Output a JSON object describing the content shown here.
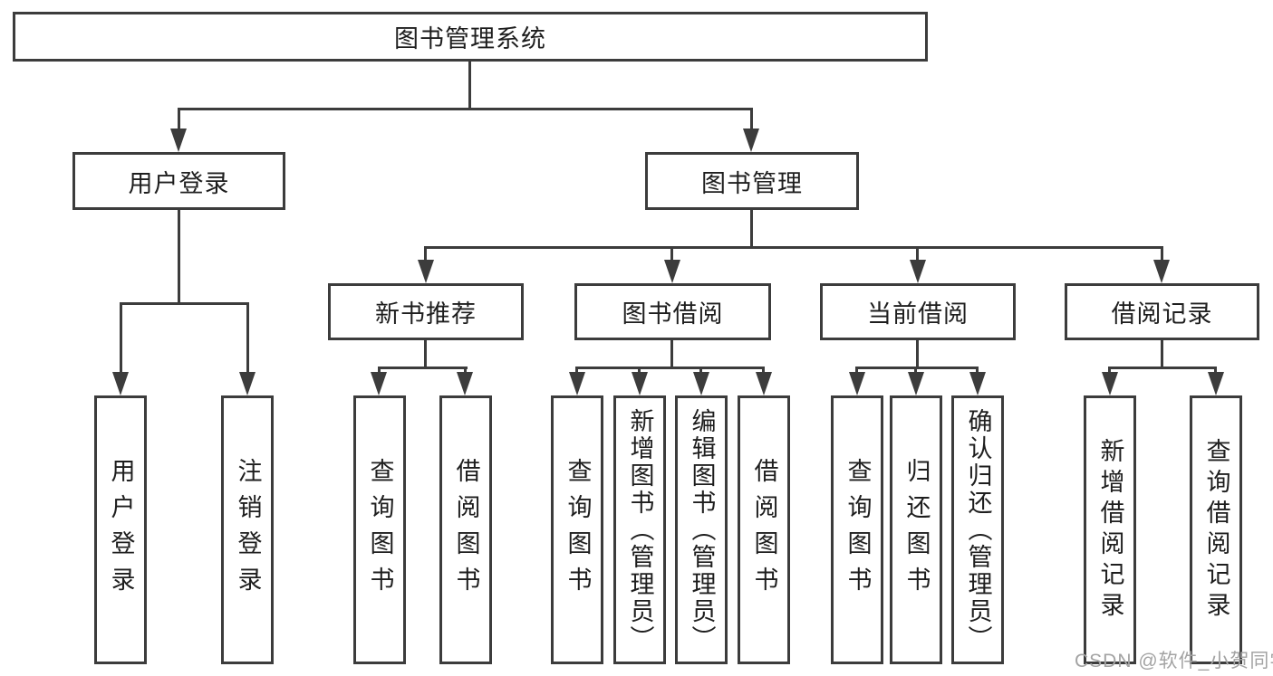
{
  "root": {
    "label": "图书管理系统"
  },
  "user_login_branch": {
    "label": "用户登录",
    "children": [
      {
        "label": "用户登录"
      },
      {
        "label": "注销登录"
      }
    ]
  },
  "book_mgmt_branch": {
    "label": "图书管理",
    "sections": [
      {
        "label": "新书推荐",
        "children": [
          {
            "label": "查询图书"
          },
          {
            "label": "借阅图书"
          }
        ]
      },
      {
        "label": "图书借阅",
        "children": [
          {
            "label": "查询图书"
          },
          {
            "label": "新增图书（管理员）"
          },
          {
            "label": "编辑图书（管理员）"
          },
          {
            "label": "借阅图书"
          }
        ]
      },
      {
        "label": "当前借阅",
        "children": [
          {
            "label": "查询图书"
          },
          {
            "label": "归还图书"
          },
          {
            "label": "确认归还（管理员）"
          }
        ]
      },
      {
        "label": "借阅记录",
        "children": [
          {
            "label": "新增借阅记录"
          },
          {
            "label": "查询借阅记录"
          }
        ]
      }
    ]
  },
  "watermark": {
    "text": "CSDN @软件_小贺同学"
  },
  "colors": {
    "line": "#3c3c3c",
    "text": "#1e1e1e",
    "watermark": "#a3a3a3",
    "background": "#ffffff"
  }
}
